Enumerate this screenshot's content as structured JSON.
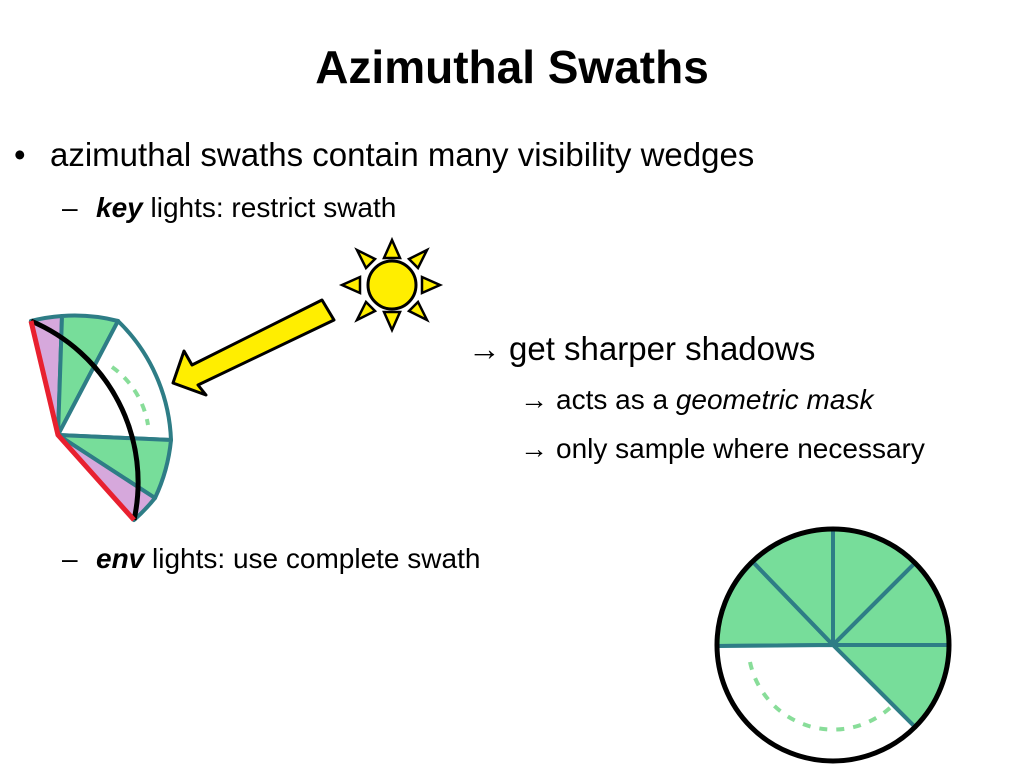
{
  "title": "Azimuthal Swaths",
  "bullets": {
    "main": "azimuthal swaths contain many visibility wedges",
    "key": {
      "term": "key",
      "rest": " lights: restrict swath"
    },
    "env": {
      "term": "env",
      "rest": " lights: use complete swath"
    }
  },
  "callouts": {
    "main": "get sharper shadows",
    "sub1_prefix": "acts as a ",
    "sub1_italic": "geometric mask",
    "sub2": "only sample where necessary",
    "arrow_glyph": "→"
  },
  "symbols": {
    "bullet": "•",
    "dash": "–"
  },
  "colors": {
    "wedge_green": "#77dd9a",
    "wedge_edge": "#2e7d86",
    "excluded_purple": "#d6a8dc",
    "boundary_red": "#e8202f",
    "sun_yellow": "#ffee00",
    "dashed_green": "#88dd99"
  },
  "icons": [
    "sun-icon",
    "light-direction-arrow-icon"
  ]
}
